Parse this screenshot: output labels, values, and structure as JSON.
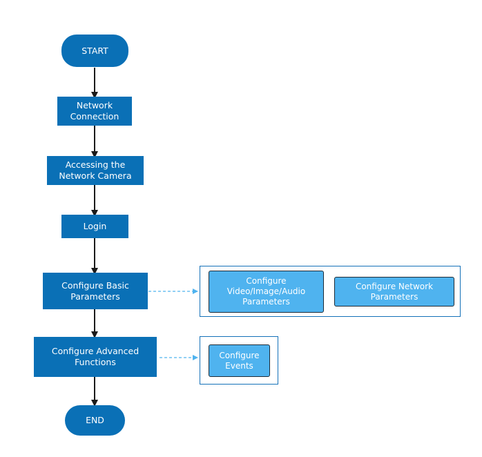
{
  "flow": {
    "start": "START",
    "network_connection": "Network\nConnection",
    "accessing_camera": "Accessing the\nNetwork Camera",
    "login": "Login",
    "configure_basic": "Configure Basic\nParameters",
    "configure_advanced": "Configure Advanced\nFunctions",
    "end": "END"
  },
  "basic_group": {
    "video_image_audio": "Configure\nVideo/Image/Audio\nParameters",
    "network_parameters": "Configure Network\nParameters"
  },
  "advanced_group": {
    "events": "Configure\nEvents"
  },
  "colors": {
    "main_box": "#0a70b6",
    "sub_box": "#4fb3ef",
    "arrow": "#1a1a1a",
    "dashed_arrow": "#4fb3ef"
  }
}
